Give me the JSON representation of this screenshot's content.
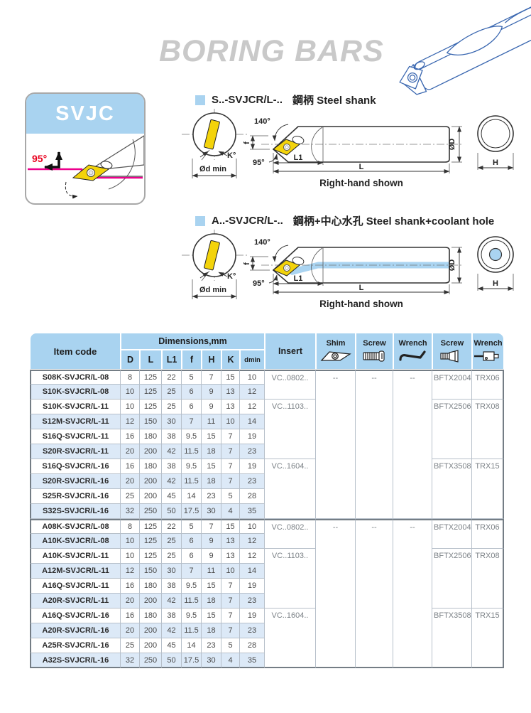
{
  "page": {
    "title": "BORING BARS"
  },
  "svjc_card": {
    "label": "SVJC",
    "angle": "95°"
  },
  "sections": {
    "s": {
      "code": "S..-SVJCR/L-..",
      "desc": "鋼柄 Steel shank"
    },
    "a": {
      "code": "A..-SVJCR/L-..",
      "desc": "鋼柄+中心水孔 Steel shank+coolant hole"
    }
  },
  "diagram_labels": {
    "angle_top": "140°",
    "angle_main": "95°",
    "f": "f",
    "k": "K°",
    "d_min": "Ød min",
    "l1": "L1",
    "l": "L",
    "od": "ØD",
    "h": "H",
    "caption": "Right-hand shown"
  },
  "table": {
    "header": {
      "item_code": "Item code",
      "dimensions_group": "Dimensions,mm",
      "dims": [
        "D",
        "L",
        "L1",
        "f",
        "H",
        "K",
        "dmin"
      ],
      "insert": "Insert",
      "tools": [
        "Shim",
        "Screw",
        "Wrench",
        "Screw",
        "Wrench"
      ]
    },
    "rows": [
      [
        "S08K-SVJCR/L-08",
        "8",
        "125",
        "22",
        "5",
        "7",
        "15",
        "10",
        {
          "t": "VC..0802..",
          "rs": 2
        },
        {
          "t": "--",
          "rs": 10
        },
        {
          "t": "--",
          "rs": 10
        },
        {
          "t": "--",
          "rs": 10
        },
        {
          "t": "BFTX2004",
          "rs": 2
        },
        {
          "t": "TRX06",
          "rs": 2
        }
      ],
      [
        "S10K-SVJCR/L-08",
        "10",
        "125",
        "25",
        "6",
        "9",
        "13",
        "12"
      ],
      [
        "S10K-SVJCR/L-11",
        "10",
        "125",
        "25",
        "6",
        "9",
        "13",
        "12",
        {
          "t": "VC..1103..",
          "rs": 4
        },
        {
          "t": "BFTX2506",
          "rs": 4
        },
        {
          "t": "TRX08",
          "rs": 4
        }
      ],
      [
        "S12M-SVJCR/L-11",
        "12",
        "150",
        "30",
        "7",
        "11",
        "10",
        "14"
      ],
      [
        "S16Q-SVJCR/L-11",
        "16",
        "180",
        "38",
        "9.5",
        "15",
        "7",
        "19"
      ],
      [
        "S20R-SVJCR/L-11",
        "20",
        "200",
        "42",
        "11.5",
        "18",
        "7",
        "23"
      ],
      [
        "S16Q-SVJCR/L-16",
        "16",
        "180",
        "38",
        "9.5",
        "15",
        "7",
        "19",
        {
          "t": "VC..1604..",
          "rs": 4
        },
        {
          "t": "BFTX3508",
          "rs": 4
        },
        {
          "t": "TRX15",
          "rs": 4
        }
      ],
      [
        "S20R-SVJCR/L-16",
        "20",
        "200",
        "42",
        "11.5",
        "18",
        "7",
        "23"
      ],
      [
        "S25R-SVJCR/L-16",
        "25",
        "200",
        "45",
        "14",
        "23",
        "5",
        "28"
      ],
      [
        "S32S-SVJCR/L-16",
        "32",
        "250",
        "50",
        "17.5",
        "30",
        "4",
        "35"
      ],
      [
        "A08K-SVJCR/L-08",
        "8",
        "125",
        "22",
        "5",
        "7",
        "15",
        "10",
        {
          "t": "VC..0802..",
          "rs": 2
        },
        {
          "t": "--",
          "rs": 10
        },
        {
          "t": "--",
          "rs": 10
        },
        {
          "t": "--",
          "rs": 10
        },
        {
          "t": "BFTX2004",
          "rs": 2
        },
        {
          "t": "TRX06",
          "rs": 2
        }
      ],
      [
        "A10K-SVJCR/L-08",
        "10",
        "125",
        "25",
        "6",
        "9",
        "13",
        "12"
      ],
      [
        "A10K-SVJCR/L-11",
        "10",
        "125",
        "25",
        "6",
        "9",
        "13",
        "12",
        {
          "t": "VC..1103..",
          "rs": 4
        },
        {
          "t": "BFTX2506",
          "rs": 4
        },
        {
          "t": "TRX08",
          "rs": 4
        }
      ],
      [
        "A12M-SVJCR/L-11",
        "12",
        "150",
        "30",
        "7",
        "11",
        "10",
        "14"
      ],
      [
        "A16Q-SVJCR/L-11",
        "16",
        "180",
        "38",
        "9.5",
        "15",
        "7",
        "19"
      ],
      [
        "A20R-SVJCR/L-11",
        "20",
        "200",
        "42",
        "11.5",
        "18",
        "7",
        "23"
      ],
      [
        "A16Q-SVJCR/L-16",
        "16",
        "180",
        "38",
        "9.5",
        "15",
        "7",
        "19",
        {
          "t": "VC..1604..",
          "rs": 4
        },
        {
          "t": "BFTX3508",
          "rs": 4
        },
        {
          "t": "TRX15",
          "rs": 4
        }
      ],
      [
        "A20R-SVJCR/L-16",
        "20",
        "200",
        "42",
        "11.5",
        "18",
        "7",
        "23"
      ],
      [
        "A25R-SVJCR/L-16",
        "25",
        "200",
        "45",
        "14",
        "23",
        "5",
        "28"
      ],
      [
        "A32S-SVJCR/L-16",
        "32",
        "250",
        "50",
        "17.5",
        "30",
        "4",
        "35"
      ]
    ]
  },
  "colors": {
    "header_blue": "#a9d3f0",
    "row_blue": "#dce9f7",
    "insert_yellow": "#f3d30b",
    "profile_magenta": "#ec008c",
    "drawing_blue": "#3a67b0",
    "accent_red": "#e8001e",
    "title_gray": "#c9c9c9",
    "coolant_blue": "#aad4f1"
  }
}
